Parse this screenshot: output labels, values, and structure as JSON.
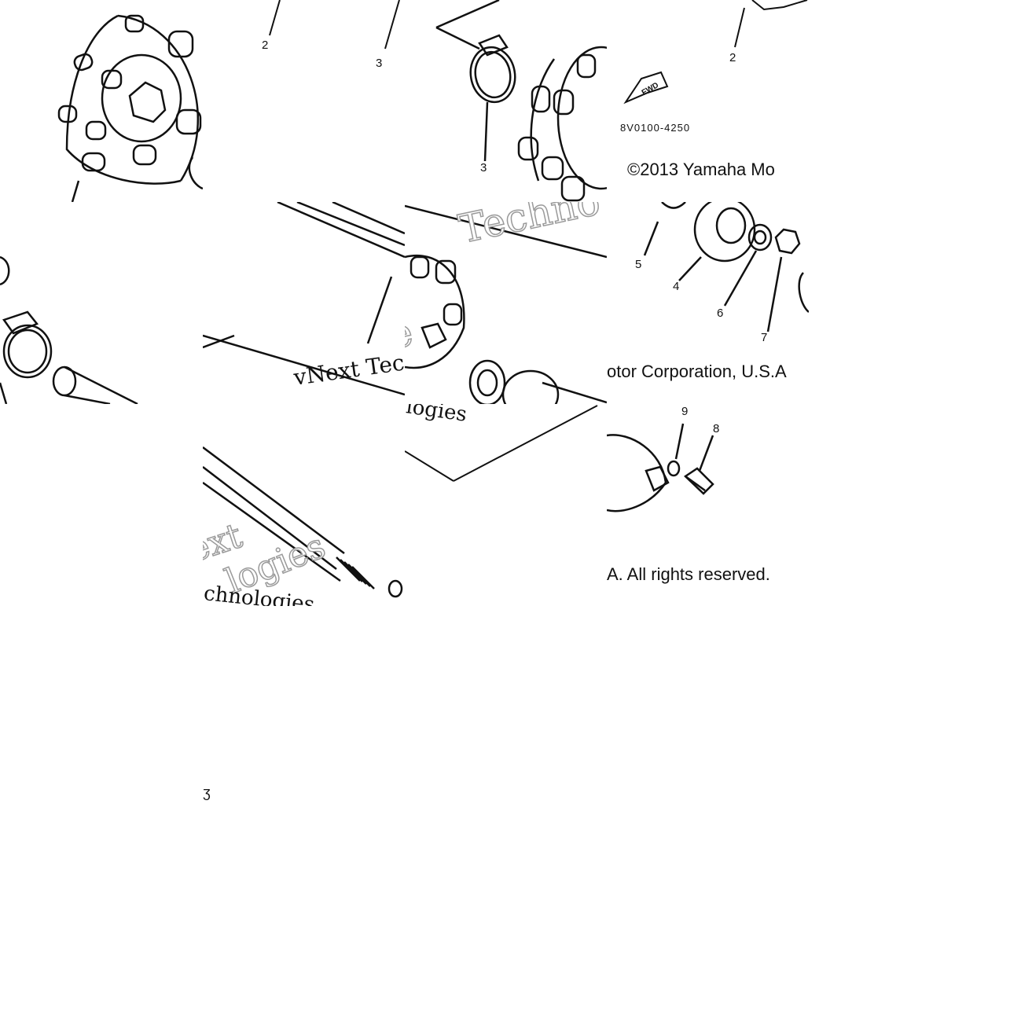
{
  "diagram": {
    "callouts": {
      "t1_2": "2",
      "t1_3": "3",
      "t2_3": "3",
      "t3_2": "2",
      "t7_5": "5",
      "t7_4": "4",
      "t7_6": "6",
      "t7_7": "7",
      "t11_9": "9",
      "t11_8": "8"
    },
    "fwd_label": "FWD",
    "drawing_code": "8V0100-4250",
    "copyright_lines": {
      "line1": "©2013 Yamaha Mo",
      "line2": "otor Corporation, U.S.A",
      "line3": "A. All rights reserved."
    },
    "watermarks": {
      "tech_frag": "Techno",
      "vnext_top": "vNe",
      "vnext_mid": "vNext Tec",
      "logies_frag": "logies",
      "ext_frag": "ext",
      "logies_lower": "logies",
      "chnologies": "chnologies"
    },
    "stray_mark": "ʒ",
    "colors": {
      "line": "#111111",
      "watermark_outline": "#9a9a9a",
      "background": "#ffffff"
    }
  }
}
